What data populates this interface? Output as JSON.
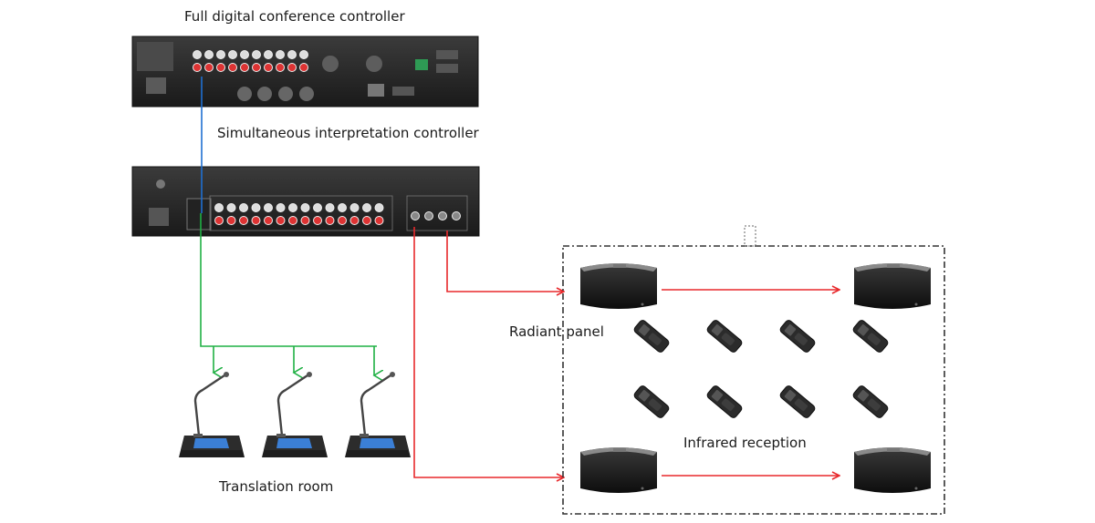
{
  "labels": {
    "conference_controller": "Full digital conference controller",
    "interpretation_controller": "Simultaneous interpretation controller",
    "radiant_panel": "Radiant panel",
    "infrared_reception": "Infrared reception",
    "translation_room": "Translation room"
  },
  "icons": {
    "conference_controller": "rack-device-icon",
    "interpretation_controller": "rack-device-icon",
    "radiator": "infrared-radiator-icon",
    "receiver": "infrared-receiver-icon",
    "microphone_unit": "delegate-microphone-icon"
  },
  "colors": {
    "link_blue": "#1f6fd1",
    "link_green": "#1fb043",
    "link_red": "#e8292c",
    "device_dark": "#2a2a2a",
    "frame": "#333333"
  },
  "counts": {
    "radiators": 4,
    "receivers": 8,
    "microphone_units": 3
  }
}
